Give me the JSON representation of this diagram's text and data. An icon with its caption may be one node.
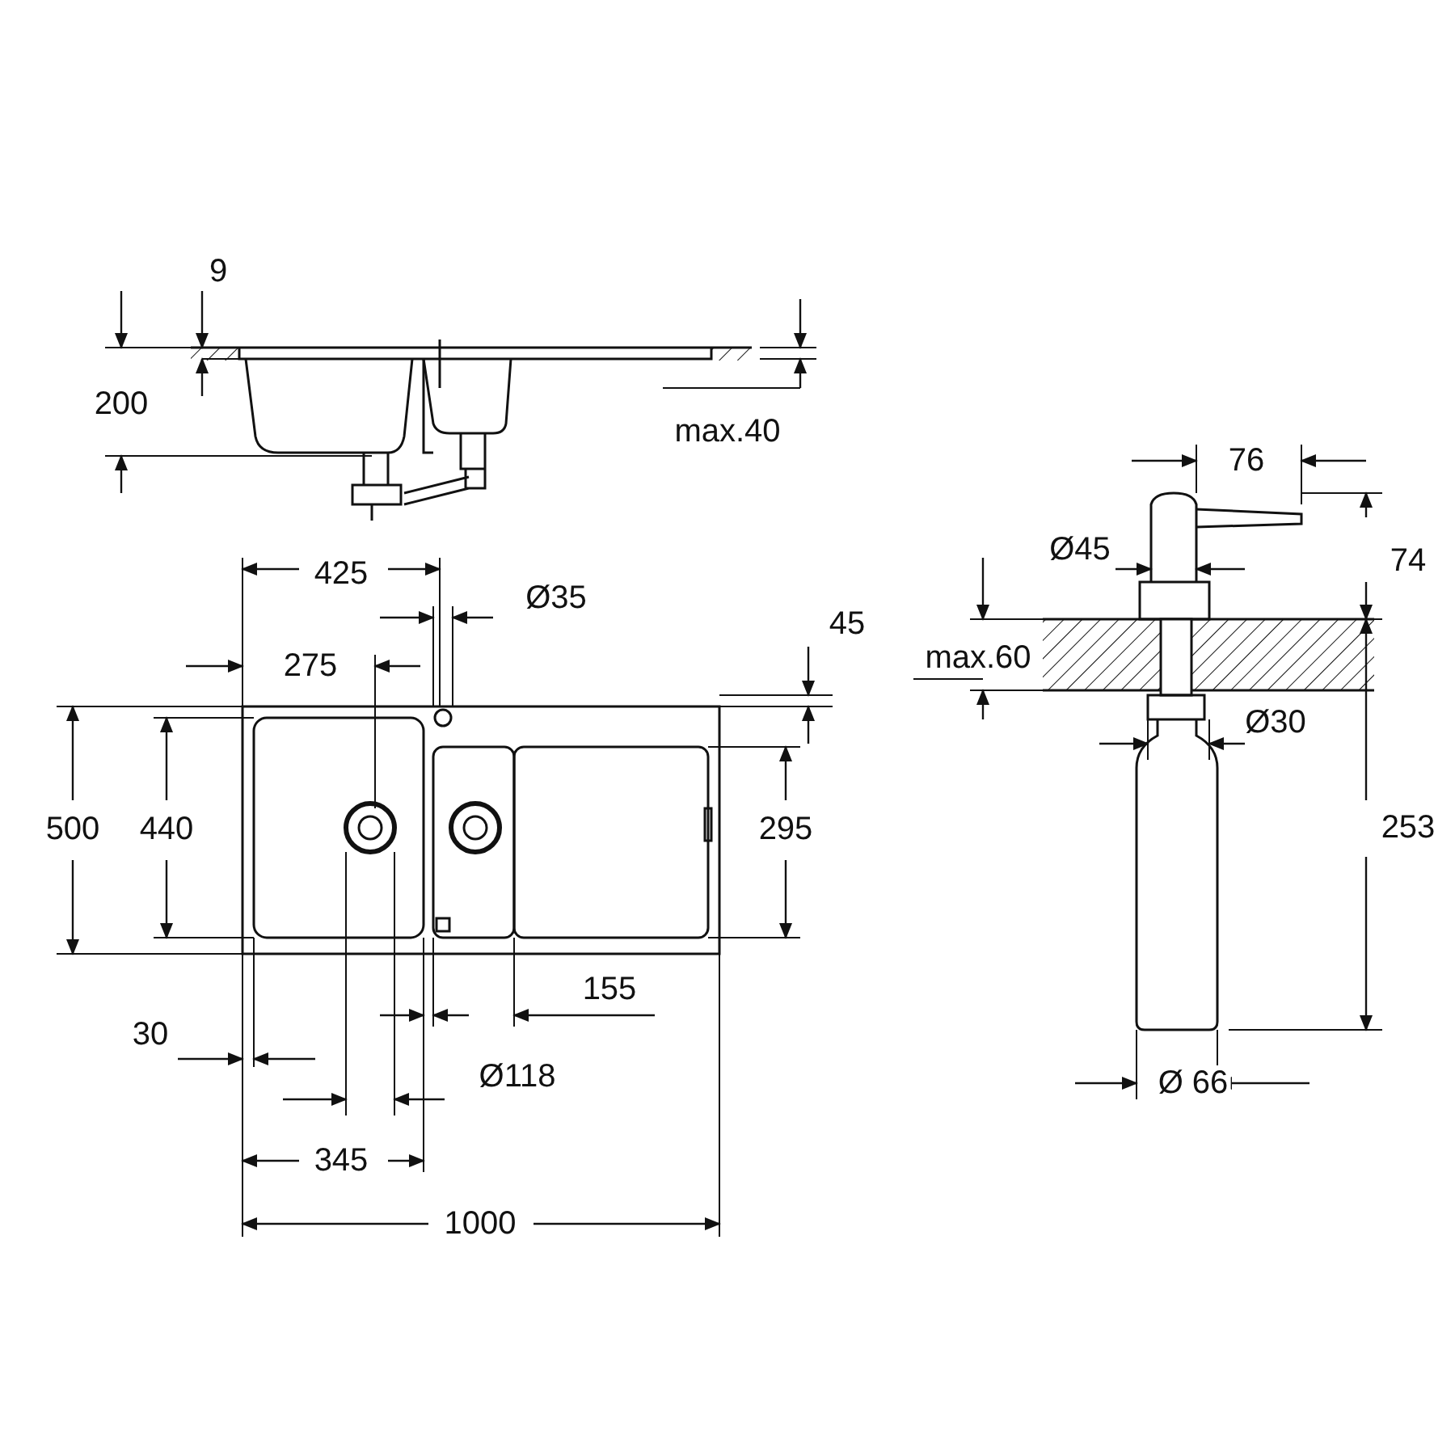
{
  "diagram": {
    "labels": [
      "9",
      "200",
      "max.40",
      "425",
      "Ø35",
      "275",
      "45",
      "500",
      "440",
      "295",
      "30",
      "155",
      "Ø118",
      "345",
      "1000",
      "76",
      "Ø45",
      "74",
      "max.60",
      "Ø30",
      "253",
      "Ø 66"
    ]
  }
}
